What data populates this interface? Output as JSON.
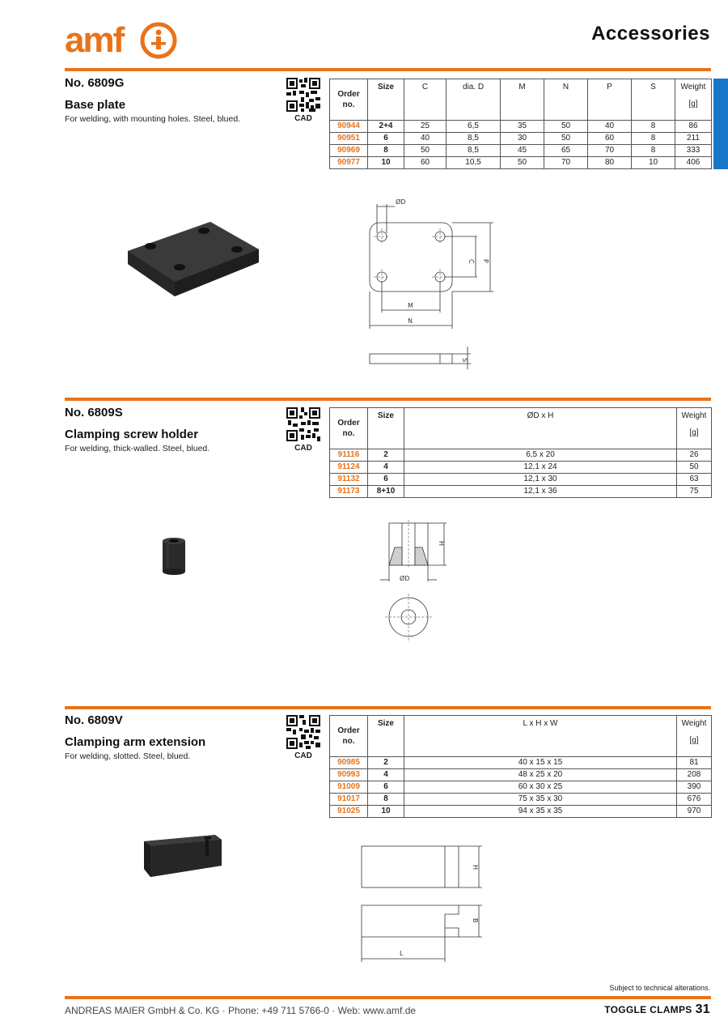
{
  "header": {
    "logo_text": "amf",
    "title": "Accessories",
    "brand_color": "#e8731a",
    "tab_color": "#1877c9"
  },
  "sections": [
    {
      "number": "No. 6809G",
      "name": "Base plate",
      "description": "For welding, with mounting holes. Steel, blued.",
      "cad_label": "CAD",
      "columns": [
        "Size",
        "C",
        "dia. D",
        "M",
        "N",
        "P",
        "S",
        "Weight"
      ],
      "order_label": [
        "Order",
        "no."
      ],
      "weight_unit": "[g]",
      "rows": [
        [
          "90944",
          "2+4",
          "25",
          "6,5",
          "35",
          "50",
          "40",
          "8",
          "86"
        ],
        [
          "90951",
          "6",
          "40",
          "8,5",
          "30",
          "50",
          "60",
          "8",
          "211"
        ],
        [
          "90969",
          "8",
          "50",
          "8,5",
          "45",
          "65",
          "70",
          "8",
          "333"
        ],
        [
          "90977",
          "10",
          "60",
          "10,5",
          "50",
          "70",
          "80",
          "10",
          "406"
        ]
      ],
      "drawing_labels": [
        "ØD",
        "C",
        "P",
        "M",
        "N",
        "S"
      ]
    },
    {
      "number": "No. 6809S",
      "name": "Clamping screw holder",
      "description": "For welding, thick-walled. Steel, blued.",
      "cad_label": "CAD",
      "columns": [
        "Size",
        "ØD x H",
        "Weight"
      ],
      "order_label": [
        "Order",
        "no."
      ],
      "weight_unit": "[g]",
      "rows": [
        [
          "91116",
          "2",
          "6,5 x 20",
          "26"
        ],
        [
          "91124",
          "4",
          "12,1 x 24",
          "50"
        ],
        [
          "91132",
          "6",
          "12,1 x 30",
          "63"
        ],
        [
          "91173",
          "8+10",
          "12,1 x 36",
          "75"
        ]
      ],
      "drawing_labels": [
        "H",
        "ØD"
      ]
    },
    {
      "number": "No. 6809V",
      "name": "Clamping arm extension",
      "description": "For welding, slotted. Steel, blued.",
      "cad_label": "CAD",
      "columns": [
        "Size",
        "L x H x W",
        "Weight"
      ],
      "order_label": [
        "Order",
        "no."
      ],
      "weight_unit": "[g]",
      "rows": [
        [
          "90985",
          "2",
          "40 x 15 x 15",
          "81"
        ],
        [
          "90993",
          "4",
          "48 x 25 x 20",
          "208"
        ],
        [
          "91009",
          "6",
          "60 x 30 x 25",
          "390"
        ],
        [
          "91017",
          "8",
          "75 x 35 x 30",
          "676"
        ],
        [
          "91025",
          "10",
          "94 x 35 x 35",
          "970"
        ]
      ],
      "drawing_labels": [
        "H",
        "B",
        "L"
      ]
    }
  ],
  "footer": {
    "note": "Subject to technical alterations.",
    "company": "ANDREAS MAIER GmbH & Co. KG · Phone: +49 711 5766-0 · Web: www.amf.de",
    "category": "TOGGLE CLAMPS",
    "page": "31"
  }
}
